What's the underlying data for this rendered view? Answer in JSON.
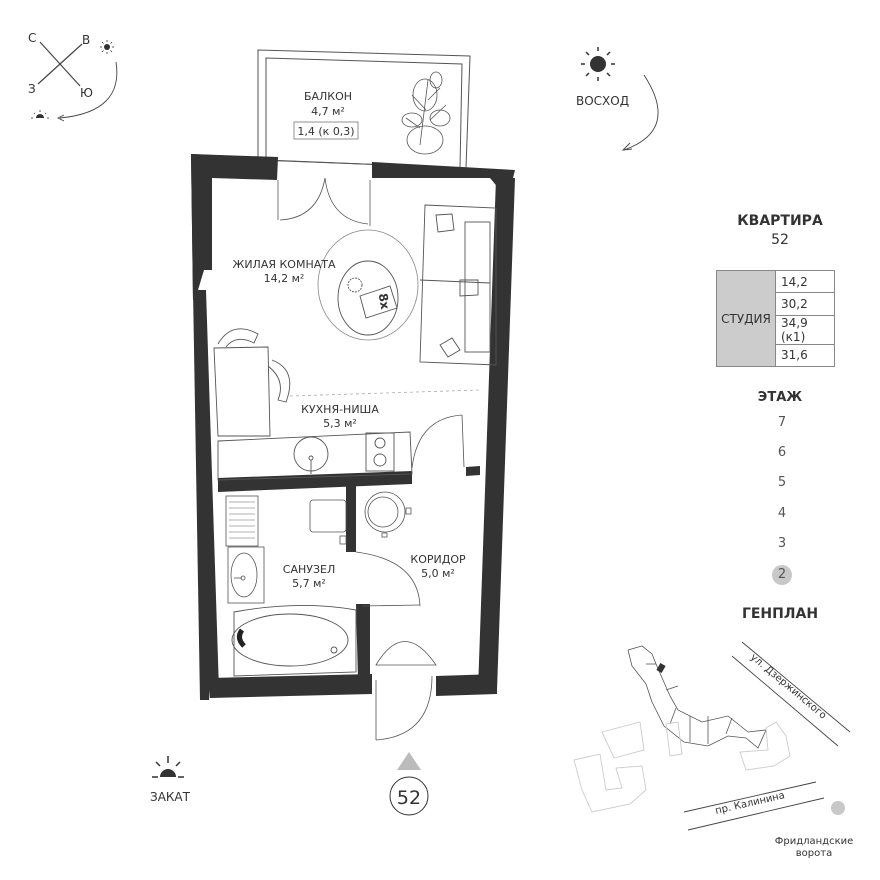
{
  "compass": {
    "north": "С",
    "east": "В",
    "west": "З",
    "south": "Ю"
  },
  "sun": {
    "sunrise_label": "ВОСХОД",
    "sunset_label": "ЗАКАТ"
  },
  "rooms": {
    "balcony": {
      "name": "БАЛКОН",
      "area": "4,7 м²",
      "coef": "1,4 (к 0,3)"
    },
    "living": {
      "name": "ЖИЛАЯ КОМНАТА",
      "area": "14,2 м²"
    },
    "kitchen": {
      "name": "КУХНЯ-НИША",
      "area": "5,3 м²"
    },
    "bathroom": {
      "name": "САНУЗЕЛ",
      "area": "5,7 м²"
    },
    "corridor": {
      "name": "КОРИДОР",
      "area": "5,0 м²"
    }
  },
  "rug_label": "8x",
  "entrance": {
    "number": "52"
  },
  "apartment": {
    "title": "КВАРТИРА",
    "number": "52",
    "type": "СТУДИЯ",
    "areas": [
      "14,2",
      "30,2",
      "34,9 (к1)",
      "31,6"
    ]
  },
  "floors": {
    "title": "ЭТАЖ",
    "items": [
      {
        "label": "7",
        "active": false
      },
      {
        "label": "6",
        "active": false
      },
      {
        "label": "5",
        "active": false
      },
      {
        "label": "4",
        "active": false
      },
      {
        "label": "3",
        "active": false
      },
      {
        "label": "2",
        "active": true
      }
    ]
  },
  "siteplan": {
    "title": "ГЕНПЛАН",
    "street1": "ул. Дзержинского",
    "street2": "пр. Калинина",
    "landmark": "Фридландские",
    "landmark2": "ворота"
  },
  "colors": {
    "wall": "#333333",
    "accent_gray": "#c8c8c8",
    "line": "#444444"
  }
}
